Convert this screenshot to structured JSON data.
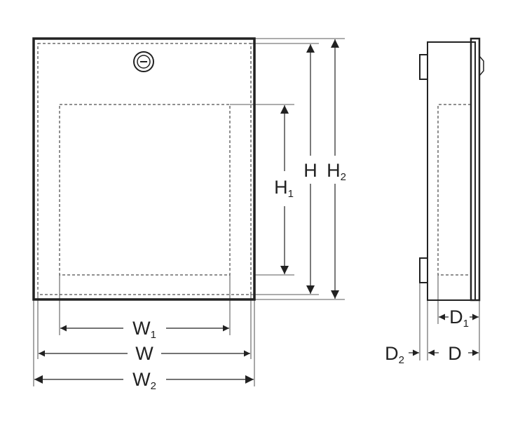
{
  "labels": {
    "w1": {
      "main": "W",
      "sub": "1"
    },
    "w": {
      "main": "W",
      "sub": ""
    },
    "w2": {
      "main": "W",
      "sub": "2"
    },
    "h1": {
      "main": "H",
      "sub": "1"
    },
    "h": {
      "main": "H",
      "sub": ""
    },
    "h2": {
      "main": "H",
      "sub": "2"
    },
    "d1": {
      "main": "D",
      "sub": "1"
    },
    "d2": {
      "main": "D",
      "sub": "2"
    },
    "d": {
      "main": "D",
      "sub": ""
    }
  },
  "colors": {
    "line": "#222222",
    "background": "#ffffff"
  }
}
